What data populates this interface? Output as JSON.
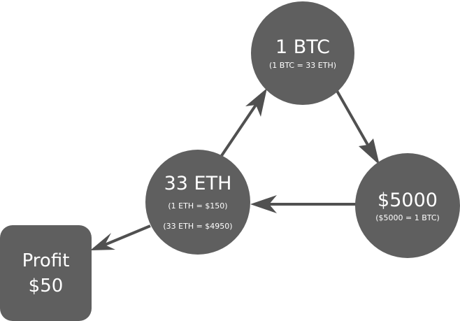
{
  "colors": {
    "node_fill": "#5f5f5f",
    "arrow": "#505050",
    "text": "#ffffff",
    "background": "#ffffff"
  },
  "nodes": {
    "btc": {
      "main": "1 BTC",
      "sub": "(1 BTC = 33 ETH)"
    },
    "usd": {
      "main": "$5000",
      "sub": "($5000 = 1 BTC)"
    },
    "eth": {
      "main": "33 ETH",
      "sub1": "(1 ETH = $150)",
      "sub2": "(33 ETH = $4950)"
    },
    "profit": {
      "line1": "Profit",
      "line2": "$50"
    }
  },
  "edges": [
    {
      "from": "eth",
      "to": "btc"
    },
    {
      "from": "btc",
      "to": "usd"
    },
    {
      "from": "usd",
      "to": "eth"
    },
    {
      "from": "eth",
      "to": "profit"
    }
  ]
}
